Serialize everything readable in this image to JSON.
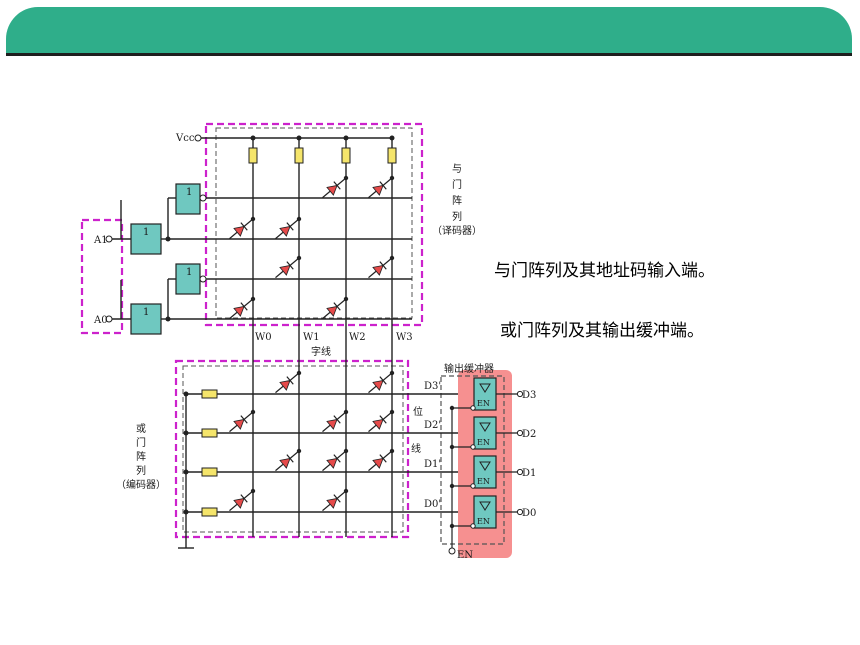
{
  "notes": {
    "and_array": "与门阵列及其地址码输入端。",
    "or_array": "或门阵列及其输出缓冲端。"
  },
  "diagram": {
    "vcc": "Vcc",
    "input_a1": "A1",
    "input_a0": "A0",
    "gate_mark": "1",
    "and_array_label": [
      "与",
      "门",
      "阵",
      "列",
      "（译码器）"
    ],
    "word_lines": [
      "W0",
      "W1",
      "W2",
      "W3"
    ],
    "word_line_label": "字线",
    "or_array_label": [
      "或",
      "门",
      "阵",
      "列",
      "（编码器）"
    ],
    "bit_line_label": [
      "位",
      "线"
    ],
    "buffer_title": "输出缓冲器",
    "bit_inputs": [
      "D3'",
      "D2'",
      "D1'",
      "D0'"
    ],
    "outputs": [
      "D3",
      "D2",
      "D1",
      "D0"
    ],
    "enable": "EN",
    "buffer_mark": "EN"
  },
  "colors": {
    "banner": "#2fae8a",
    "dashed_box": "#cc22cc",
    "resistor": "#f5e56b",
    "buffer": "#6fc8c0",
    "buffer_panel": "#f47d7d",
    "diode": "#e64a4a"
  }
}
